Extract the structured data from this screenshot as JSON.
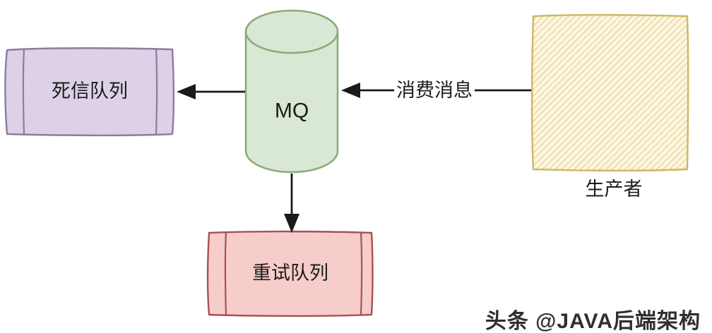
{
  "nodes": {
    "dead_letter_queue": {
      "label": "死信队列",
      "fill": "#ddd1e7",
      "stroke": "#8e7ba0"
    },
    "mq": {
      "label": "MQ",
      "fill": "#d9e8d4",
      "stroke": "#8caa7a"
    },
    "producer": {
      "label": "生产者",
      "fill": "#fdf6d9",
      "stroke": "#cdb765",
      "hatch_color": "#d9d0b0"
    },
    "retry_queue": {
      "label": "重试队列",
      "fill": "#f6cdca",
      "stroke": "#a7524f"
    }
  },
  "edges": {
    "producer_to_mq": {
      "label": "消费消息"
    }
  },
  "arrow_color": "#1a1a1a",
  "watermark": {
    "text": "头条 @JAVA后端架构",
    "color": "#2f2f2f"
  }
}
